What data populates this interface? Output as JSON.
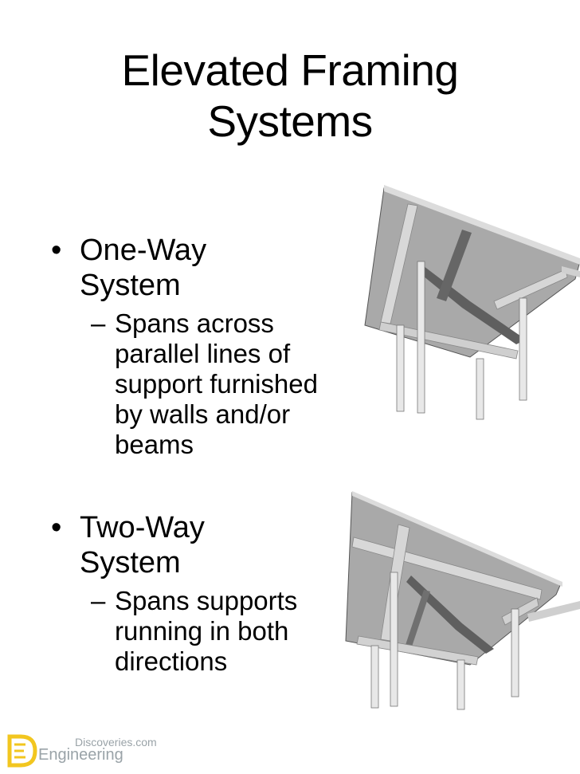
{
  "title": {
    "line1": "Elevated Framing",
    "line2": "Systems"
  },
  "bullets": [
    {
      "bullet": "•",
      "line1": "One-Way",
      "line2": "System",
      "sub_dash": "–",
      "sub_lines": [
        "Spans across",
        "parallel lines of",
        "support furnished",
        "by walls and/or",
        "beams"
      ]
    },
    {
      "bullet": "•",
      "line1": "Two-Way",
      "line2": "System",
      "sub_dash": "–",
      "sub_lines": [
        "Spans supports",
        "running in both",
        "directions"
      ]
    }
  ],
  "watermark": {
    "line1": "Discoveries.com",
    "line2": "Engineering"
  },
  "colors": {
    "slab": "#a9a9a9",
    "slab_dark": "#6f6f6f",
    "beam_light": "#d9d9d9",
    "column": "#e8e8e8"
  }
}
